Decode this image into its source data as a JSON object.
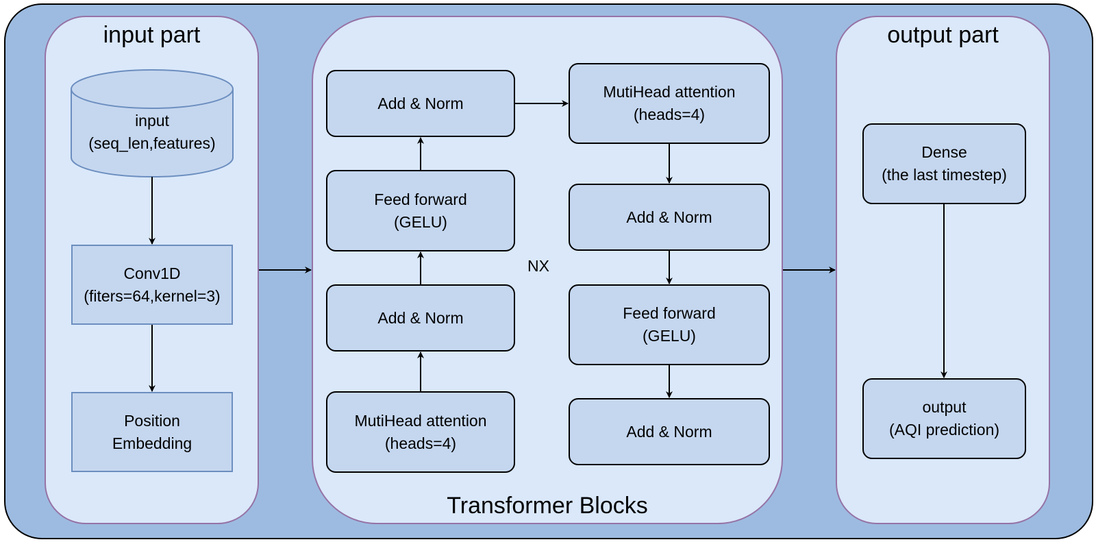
{
  "diagram": {
    "panels": {
      "input": {
        "title": "input part"
      },
      "transformer": {
        "title": "Transformer Blocks",
        "repeat_label": "NX"
      },
      "output": {
        "title": "output part"
      }
    },
    "input_nodes": {
      "input": "input\n(seq_len,features)",
      "conv1d": "Conv1D\n(fiters=64,kernel=3)",
      "position_embedding": "Position\nEmbedding"
    },
    "transformer_left_column": [
      "Add & Norm",
      "Feed forward\n(GELU)",
      "Add & Norm",
      "MutiHead attention\n(heads=4)"
    ],
    "transformer_right_column": [
      "MutiHead attention\n(heads=4)",
      "Add & Norm",
      "Feed forward\n(GELU)",
      "Add & Norm"
    ],
    "output_nodes": {
      "dense": "Dense\n(the last timestep)",
      "output": "output\n(AQI prediction)"
    },
    "edges": [
      [
        "input",
        "conv1d"
      ],
      [
        "conv1d",
        "position_embedding"
      ],
      [
        "input_part",
        "transformer_blocks"
      ],
      [
        "left_mha",
        "left_add_norm_2"
      ],
      [
        "left_add_norm_2",
        "left_feed_forward"
      ],
      [
        "left_feed_forward",
        "left_add_norm_1"
      ],
      [
        "left_add_norm_1",
        "right_mha"
      ],
      [
        "right_mha",
        "right_add_norm_1"
      ],
      [
        "right_add_norm_1",
        "right_feed_forward"
      ],
      [
        "right_feed_forward",
        "right_add_norm_2"
      ],
      [
        "transformer_blocks",
        "output_part"
      ],
      [
        "dense",
        "output"
      ]
    ],
    "colors": {
      "frame_fill": "#9dbbe0",
      "panel_fill": "#dae8fa",
      "panel_border": "#9673a6",
      "node_fill": "#c5d7ef",
      "node_border_input": "#6c8ebf",
      "node_border_rounded": "#000000"
    }
  }
}
